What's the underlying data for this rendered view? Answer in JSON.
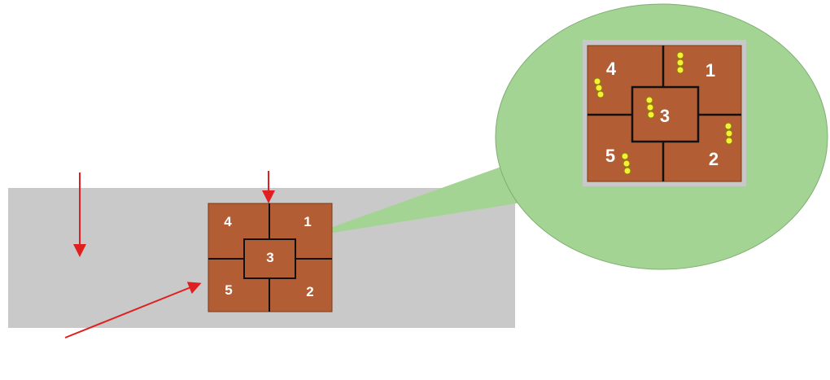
{
  "colors": {
    "slab": "#c9c9c9",
    "slab_edge": "#b4b4b4",
    "tile": "#b35d34",
    "tile_edge": "#7b3a1c",
    "grout": "#111111",
    "callout": "#a4d494",
    "callout_edge": "#7fae73",
    "frame": "#c8c8c8",
    "arrow": "#e02020",
    "dot": "#f4f03a",
    "dot_edge": "#8a8500",
    "label": "#ffffff"
  },
  "diagram": {
    "small_tile": {
      "labels": {
        "q1": "1",
        "q2": "2",
        "q3": "3",
        "q4": "4",
        "q5": "5"
      }
    },
    "zoom_tile": {
      "labels": {
        "q1": "1",
        "q2": "2",
        "q3": "3",
        "q4": "4",
        "q5": "5"
      },
      "dot_groups": {
        "q1": 3,
        "q2": 3,
        "q3": 3,
        "q4": 3,
        "q5": 3
      }
    },
    "arrows": [
      {
        "name": "arrow-left-vertical"
      },
      {
        "name": "arrow-center-vertical"
      },
      {
        "name": "arrow-diagonal"
      }
    ]
  }
}
